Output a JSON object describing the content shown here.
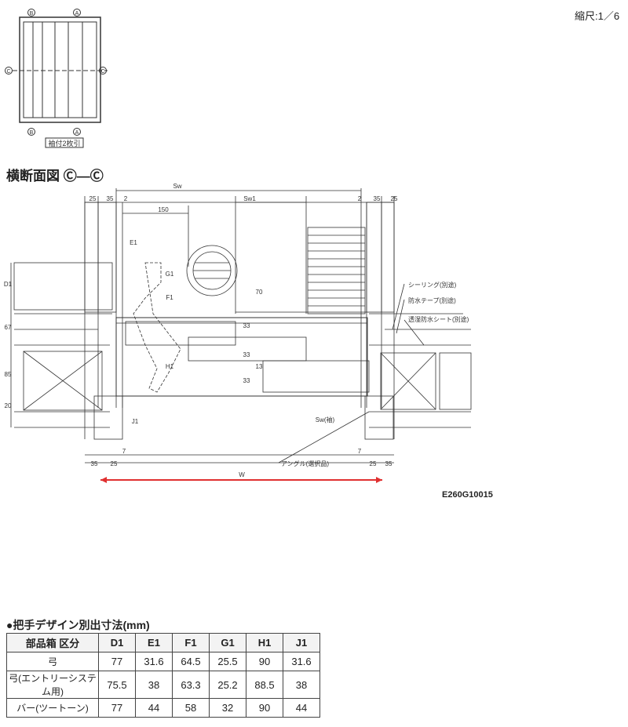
{
  "scale_label": "縮尺:1／6",
  "section_title": "横断面図 Ⓒ—Ⓒ",
  "drawing_code": "E260G10015",
  "key_plan": {
    "markers": {
      "a": "A",
      "b": "B",
      "c": "C"
    },
    "caption": "袖付2枚引"
  },
  "labels": {
    "sw": "Sw",
    "sw1": "Sw1",
    "sw_sode": "Sw(袖)",
    "w": "W",
    "d1": "D1",
    "e1": "E1",
    "f1": "F1",
    "g1": "G1",
    "h1": "H1",
    "j1": "J1",
    "sealing": "シーリング(別途)",
    "waterproof_tape": "防水テープ(別途)",
    "moisture_sheet": "透湿防水シート(別途)",
    "angle": "アングル(選択品)"
  },
  "dims": {
    "d25": "25",
    "d35": "35",
    "d2": "2",
    "d150": "150",
    "d70": "70",
    "d33": "33",
    "d13": "13",
    "d67": "67",
    "d85": "85",
    "d20": "20",
    "d7": "7"
  },
  "table": {
    "title": "●把手デザイン別出寸法(mm)",
    "headers": [
      "部品箱 区分",
      "D1",
      "E1",
      "F1",
      "G1",
      "H1",
      "J1"
    ],
    "rows": [
      [
        "弓",
        "77",
        "31.6",
        "64.5",
        "25.5",
        "90",
        "31.6"
      ],
      [
        "弓(エントリーシステム用)",
        "75.5",
        "38",
        "63.3",
        "25.2",
        "88.5",
        "38"
      ],
      [
        "バー(ツートーン)",
        "77",
        "44",
        "58",
        "32",
        "90",
        "44"
      ]
    ]
  },
  "colors": {
    "accent_line": "#e03030",
    "line": "#333333"
  }
}
